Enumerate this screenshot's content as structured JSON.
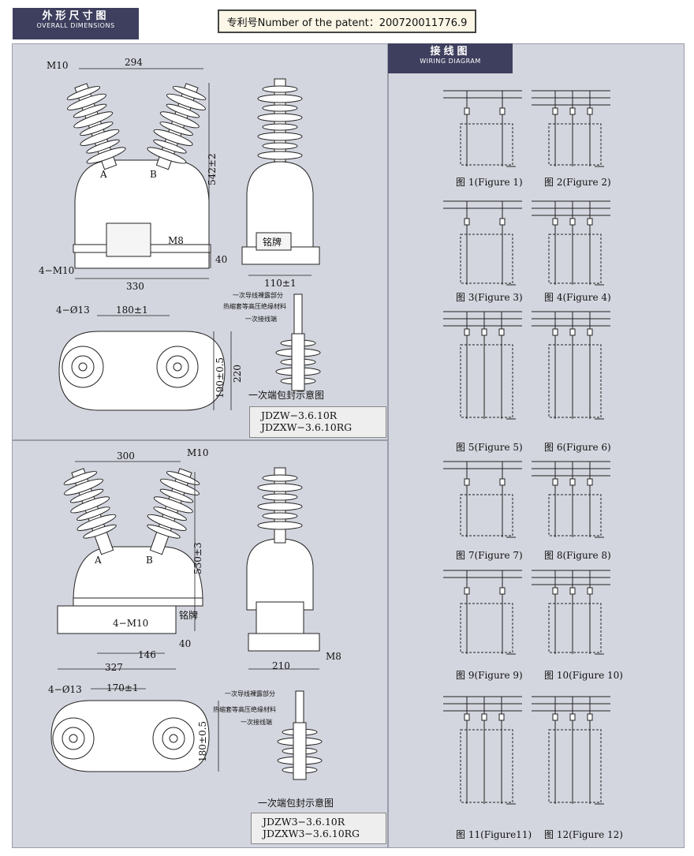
{
  "header": {
    "overall_cn": "外形尺寸图",
    "overall_en": "OVERALL DIMENSIONS",
    "patent": "专利号Number of the patent：200720011776.9",
    "wiring_cn": "接线图",
    "wiring_en": "WIRING DIAGRAM"
  },
  "top_drawing": {
    "dims": {
      "top_width": "294",
      "height": "542±2",
      "base_gap": "40",
      "base_width": "330",
      "side_base": "110±1",
      "plan_width": "180±1",
      "plan_depth1": "190±0.5",
      "plan_depth2": "220"
    },
    "labels": {
      "bolt": "M10",
      "term_a": "A",
      "term_b": "B",
      "screw": "M8",
      "mount": "4−M10",
      "holes": "4−Ø13",
      "nameplate": "铭牌"
    },
    "seal": {
      "line1": "一次导线裸露部分",
      "line2": "热缩套等高压绝缘材料",
      "line3": "一次接线端",
      "caption": "一次端包封示意图"
    },
    "models": [
      "JDZW−3.6.10R",
      "JDZXW−3.6.10RG"
    ]
  },
  "bottom_drawing": {
    "dims": {
      "top_width": "300",
      "height": "530±3",
      "base_gap": "40",
      "inner_width": "146",
      "base_width": "327",
      "side_base": "210",
      "plan_width": "170±1",
      "plan_depth": "180±0.5"
    },
    "labels": {
      "bolt": "M10",
      "term_a": "A",
      "term_b": "B",
      "mount": "4−M10",
      "nameplate": "铭牌",
      "screw": "M8",
      "holes": "4−Ø13"
    },
    "seal": {
      "line1": "一次导线裸露部分",
      "line2": "热缩套等高压绝缘材料",
      "line3": "一次接线端",
      "caption": "一次端包封示意图"
    },
    "models": [
      "JDZW3−3.6.10R",
      "JDZXW3−3.6.10RG"
    ]
  },
  "wiring": {
    "figures": [
      "图 1(Figure 1)",
      "图 2(Figure 2)",
      "图 3(Figure 3)",
      "图 4(Figure 4)",
      "图 5(Figure 5)",
      "图 6(Figure 6)",
      "图 7(Figure 7)",
      "图 8(Figure 8)",
      "图 9(Figure 9)",
      "图 10(Figure 10)",
      "图 11(Figure11)",
      "图 12(Figure 12)"
    ]
  },
  "colors": {
    "header_bg": "#3e3f5e",
    "panel_bg": "#d4d6df",
    "body_fill": "#ffffff",
    "patent_bg": "#fbf6e6"
  }
}
